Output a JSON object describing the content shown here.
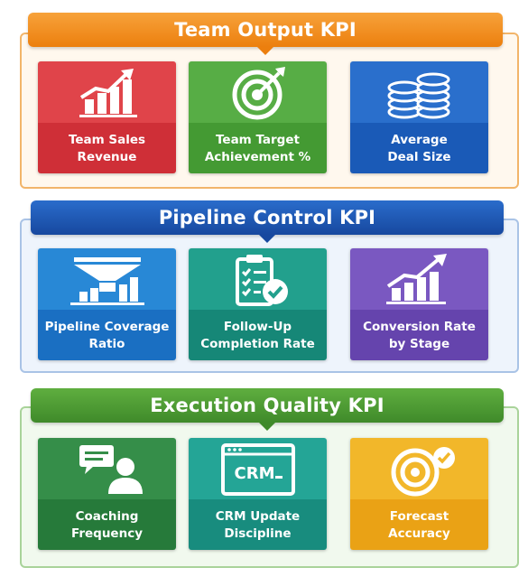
{
  "colors": {
    "orange": "#f08a16",
    "blue_banner": "#1c5ab6",
    "green_banner": "#4e9b33",
    "red_tile": "#dd3a3f",
    "green_tile": "#4ca43b",
    "blue_tile": "#1f64c3",
    "lightblue_tile": "#1f7dcc",
    "teal_tile": "#1b9381",
    "purple_tile": "#6d4cb4",
    "darkgreen_tile": "#2d8541",
    "teal2_tile": "#1f9a8c",
    "yellow_tile": "#f0ad1e"
  },
  "sections": [
    {
      "title": "Team Output KPI",
      "tiles": [
        {
          "icon": "bar-chart-growth-icon",
          "label_line1": "Team Sales",
          "label_line2": "Revenue"
        },
        {
          "icon": "target-arrow-icon",
          "label_line1": "Team Target",
          "label_line2": "Achievement %"
        },
        {
          "icon": "coin-stacks-icon",
          "label_line1": "Average",
          "label_line2": "Deal Size"
        }
      ]
    },
    {
      "title": "Pipeline Control KPI",
      "tiles": [
        {
          "icon": "funnel-chart-icon",
          "label_line1": "Pipeline Coverage",
          "label_line2": "Ratio"
        },
        {
          "icon": "clipboard-check-icon",
          "label_line1": "Follow-Up",
          "label_line2": "Completion Rate"
        },
        {
          "icon": "bar-chart-growth-icon",
          "label_line1": "Conversion Rate",
          "label_line2": "by Stage"
        }
      ]
    },
    {
      "title": "Execution Quality KPI",
      "tiles": [
        {
          "icon": "coaching-chat-icon",
          "label_line1": "Coaching",
          "label_line2": "Frequency"
        },
        {
          "icon": "crm-window-icon",
          "label_line1": "CRM Update",
          "label_line2": "Discipline",
          "icon_text": "CRM"
        },
        {
          "icon": "target-check-icon",
          "label_line1": "Forecast",
          "label_line2": "Accuracy"
        }
      ]
    }
  ]
}
